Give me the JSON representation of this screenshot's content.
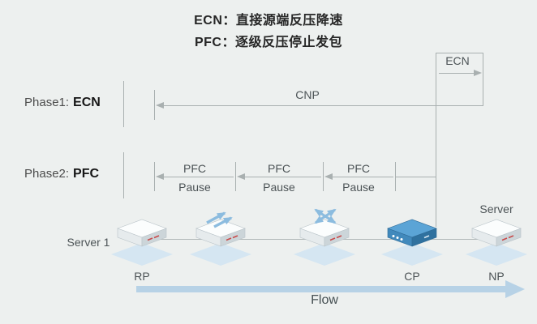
{
  "title": {
    "line1": "ECN：直接源端反压降速",
    "line2": "PFC：逐级反压停止发包"
  },
  "phase1": {
    "prefix": "Phase1:",
    "name": "ECN"
  },
  "phase2": {
    "prefix": "Phase2:",
    "name": "PFC"
  },
  "signals": {
    "ecn": "ECN",
    "cnp": "CNP",
    "pfc1": {
      "top": "PFC",
      "bottom": "Pause"
    },
    "pfc2": {
      "top": "PFC",
      "bottom": "Pause"
    },
    "pfc3": {
      "top": "PFC",
      "bottom": "Pause"
    }
  },
  "devices": {
    "server1": "Server 1",
    "rp": "RP",
    "cp": "CP",
    "np": "NP",
    "server": "Server"
  },
  "flow_label": "Flow",
  "colors": {
    "background": "#edf0ef",
    "line": "#a9b0b0",
    "accent_blue": "#8cbcdf",
    "cp_blue": "#4189bc",
    "flow_arrow": "#b7d2e6",
    "device_red_mark": "#c84b4b"
  }
}
